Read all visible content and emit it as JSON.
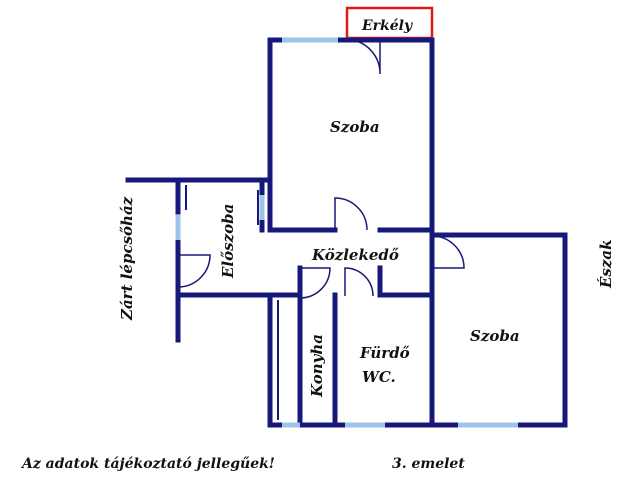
{
  "plan": {
    "labels": {
      "balcony": "Erkély",
      "room_top": "Szoba",
      "hall": "Előszoba",
      "corridor": "Közlekedő",
      "stairwell": "Zárt lépcsőház",
      "kitchen": "Konyha",
      "bathroom": "Fürdő",
      "wc": "WC.",
      "room_right": "Szoba",
      "north": "Észak"
    },
    "disclaimer": "Az adatok tájékoztató jellegűek!",
    "floor": "3. emelet"
  },
  "colors": {
    "wall": "#17197a",
    "window": "#9fc4ea",
    "balcony": "#e01818",
    "text": "#111111"
  }
}
